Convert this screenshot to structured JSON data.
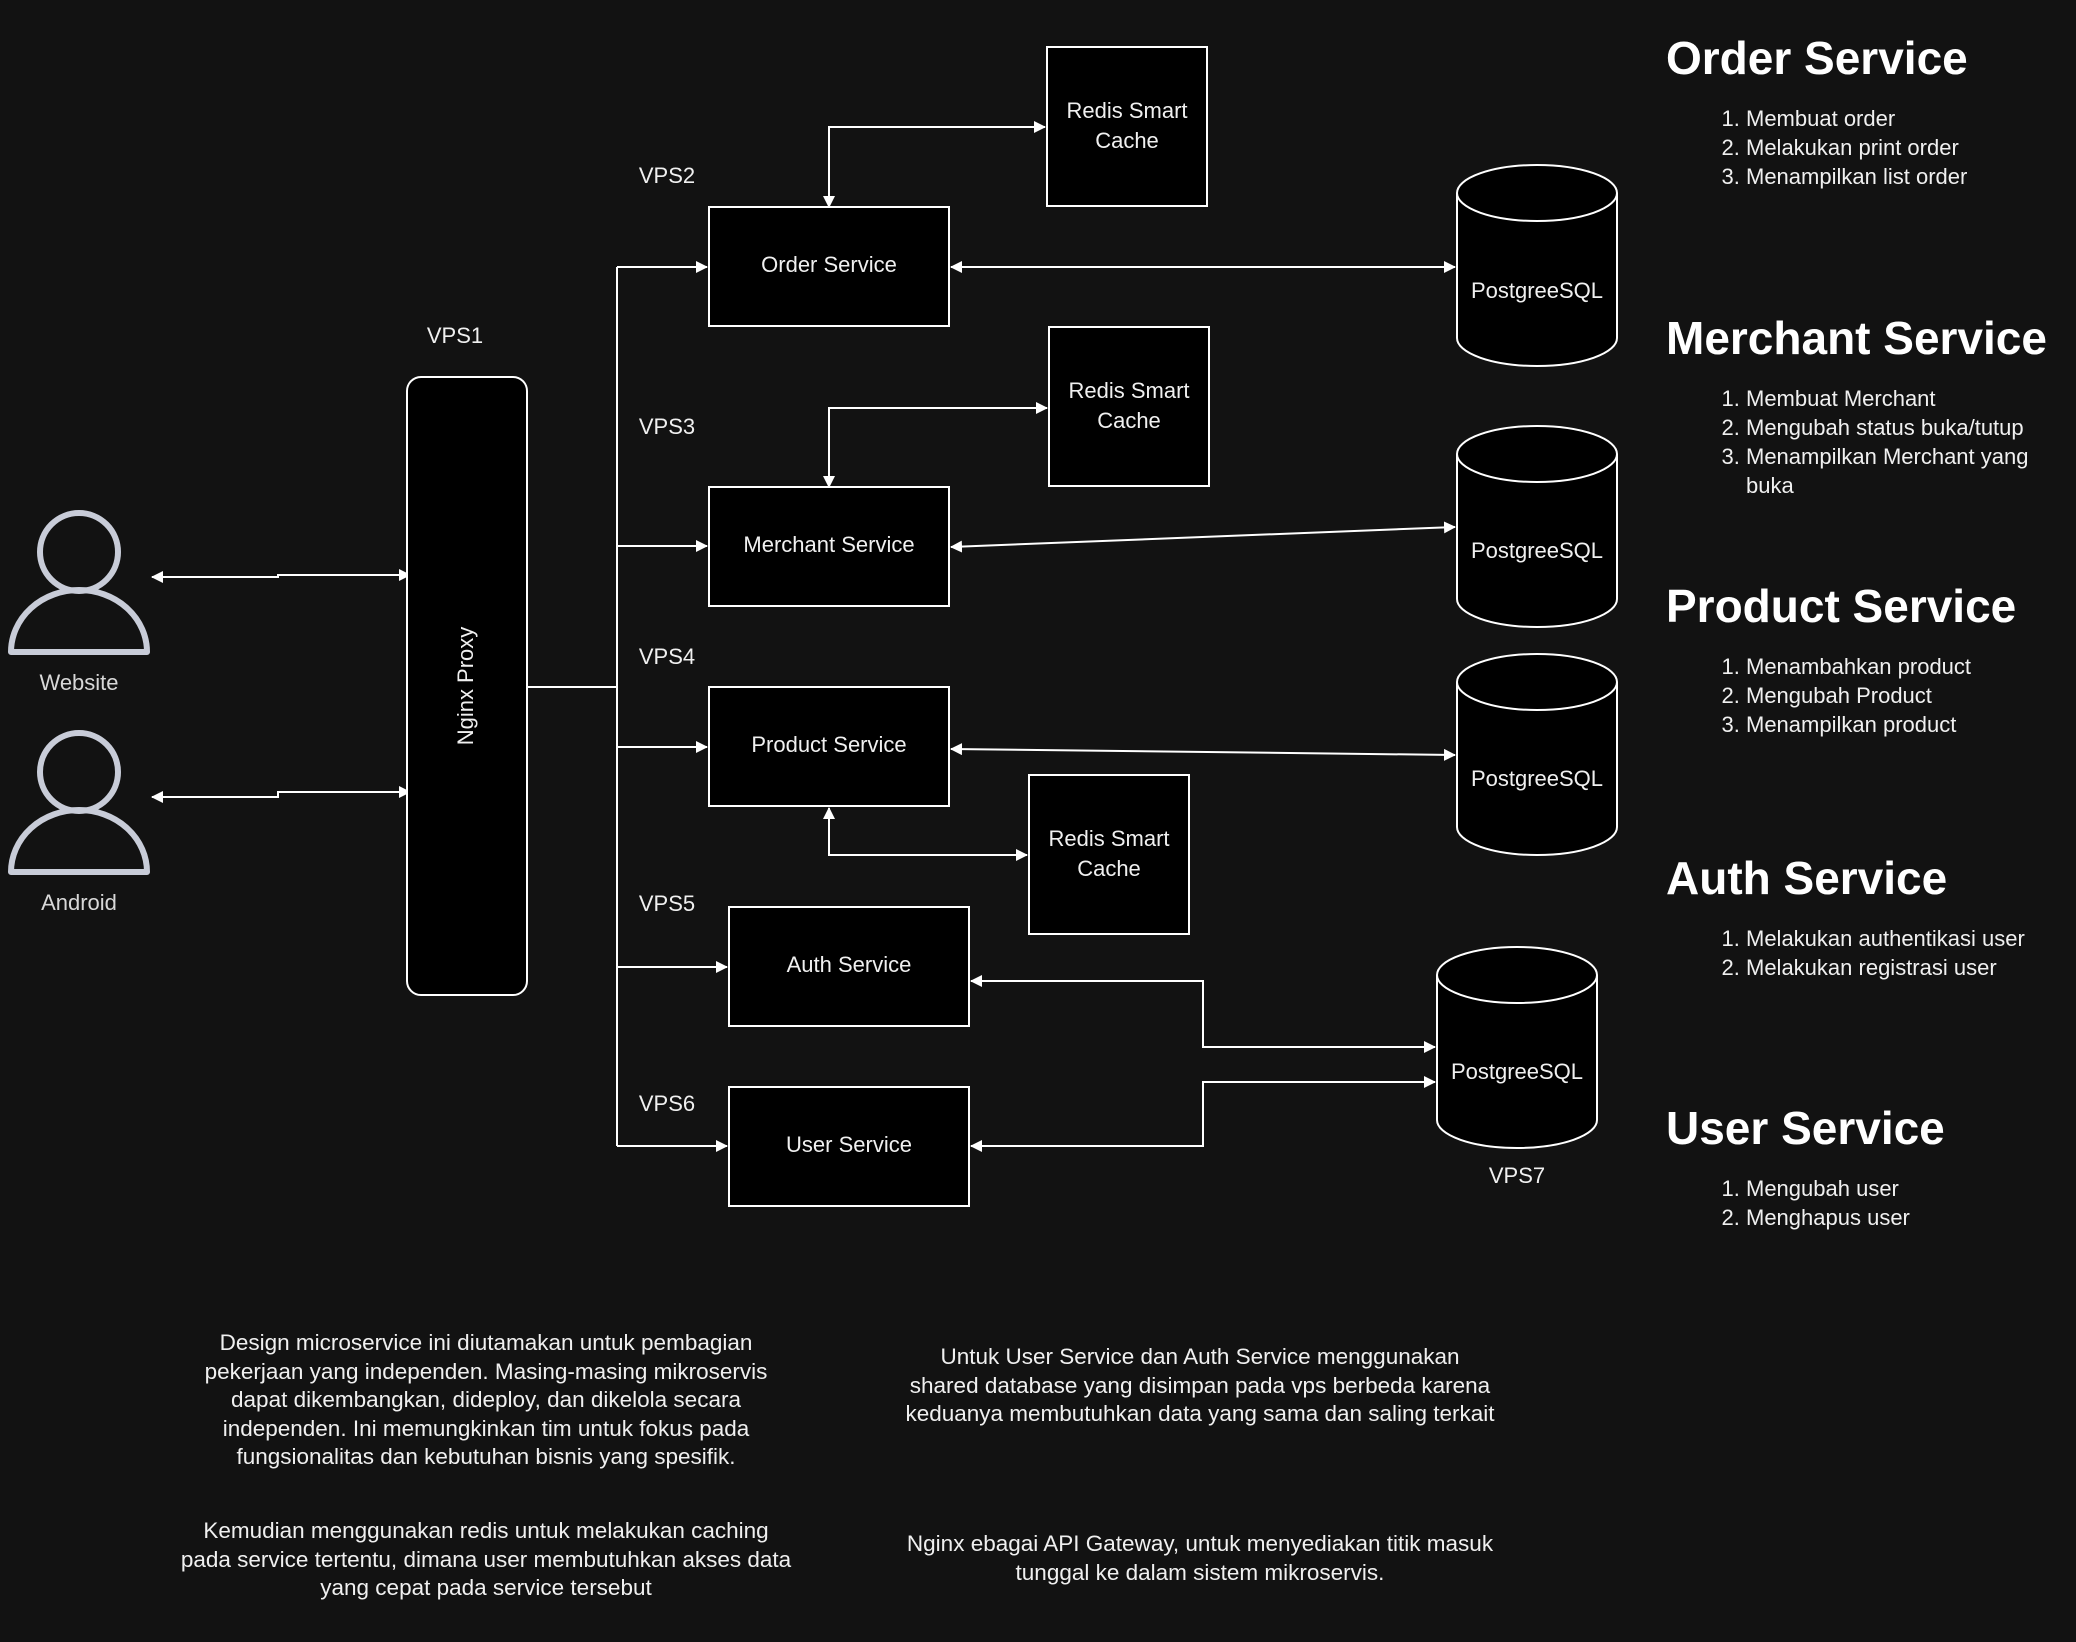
{
  "diagram": {
    "actors": {
      "website": "Website",
      "android": "Android"
    },
    "proxy": {
      "label": "Nginx Proxy",
      "vps": "VPS1"
    },
    "services": [
      {
        "key": "order",
        "label": "Order Service",
        "vps": "VPS2"
      },
      {
        "key": "merchant",
        "label": "Merchant Service",
        "vps": "VPS3"
      },
      {
        "key": "product",
        "label": "Product Service",
        "vps": "VPS4"
      },
      {
        "key": "auth",
        "label": "Auth Service",
        "vps": "VPS5"
      },
      {
        "key": "user",
        "label": "User Service",
        "vps": "VPS6"
      }
    ],
    "caches": [
      {
        "line1": "Redis Smart",
        "line2": "Cache"
      },
      {
        "line1": "Redis Smart",
        "line2": "Cache"
      },
      {
        "line1": "Redis Smart",
        "line2": "Cache"
      }
    ],
    "databases": [
      {
        "label": "PostgreeSQL"
      },
      {
        "label": "PostgreeSQL"
      },
      {
        "label": "PostgreeSQL"
      },
      {
        "label": "PostgreeSQL",
        "vps": "VPS7"
      }
    ]
  },
  "sidebar": [
    {
      "title": "Order Service",
      "items": [
        "Membuat order",
        "Melakukan print order",
        "Menampilkan list order"
      ]
    },
    {
      "title": "Merchant Service",
      "items": [
        "Membuat Merchant",
        "Mengubah status buka/tutup",
        "Menampilkan Merchant yang buka"
      ]
    },
    {
      "title": "Product Service",
      "items": [
        "Menambahkan product",
        "Mengubah Product",
        "Menampilkan product"
      ]
    },
    {
      "title": "Auth Service",
      "items": [
        "Melakukan authentikasi user",
        "Melakukan registrasi user"
      ]
    },
    {
      "title": "User Service",
      "items": [
        "Mengubah user",
        "Menghapus user"
      ]
    }
  ],
  "notes": {
    "design": "Design microservice ini diutamakan untuk pembagian pekerjaan yang independen. Masing-masing mikroservis dapat dikembangkan, dideploy, dan dikelola secara independen. Ini memungkinkan tim untuk fokus pada fungsionalitas dan kebutuhan bisnis yang spesifik.",
    "redis": "Kemudian menggunakan redis untuk melakukan caching pada service tertentu, dimana user membutuhkan akses data yang cepat pada service tersebut",
    "shared_db": "Untuk User Service dan Auth Service menggunakan shared database yang disimpan pada vps berbeda karena keduanya membutuhkan data yang sama dan saling terkait",
    "nginx": "Nginx ebagai API Gateway, untuk menyediakan titik masuk tunggal ke dalam sistem mikroservis."
  }
}
